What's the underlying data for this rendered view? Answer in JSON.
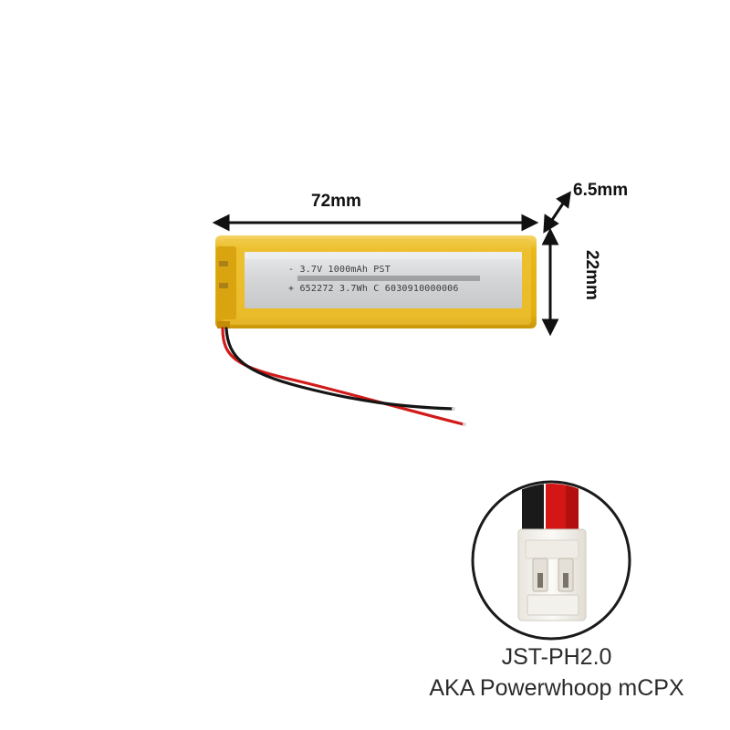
{
  "dimensions": {
    "width": "72mm",
    "depth": "6.5mm",
    "height": "22mm"
  },
  "battery_label": {
    "line1": "- 3.7V 1000mAh PST",
    "line2": "+  652272 3.7Wh C 6030910000006"
  },
  "connector": {
    "name": "JST-PH2.0",
    "alias": "AKA Powerwhoop mCPX"
  },
  "colors": {
    "wrap": "#e8b81c",
    "body": "#d6d7d8",
    "red_wire": "#d11a1a",
    "black_wire": "#151515",
    "plug": "#f3f1ec"
  }
}
